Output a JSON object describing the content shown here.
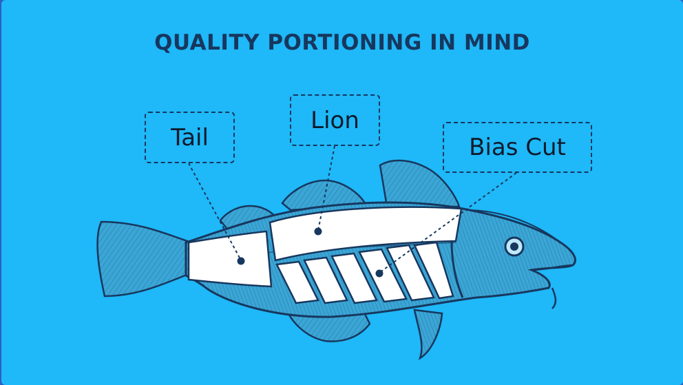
{
  "title": "QUALITY PORTIONING IN MIND",
  "labels": {
    "tail": "Tail",
    "loin": "Lion",
    "bias": "Bias Cut"
  },
  "colors": {
    "background": "#1fb8f8",
    "ink": "#17375e",
    "fish_body": "#3aa6d6",
    "cut": "#ffffff"
  }
}
